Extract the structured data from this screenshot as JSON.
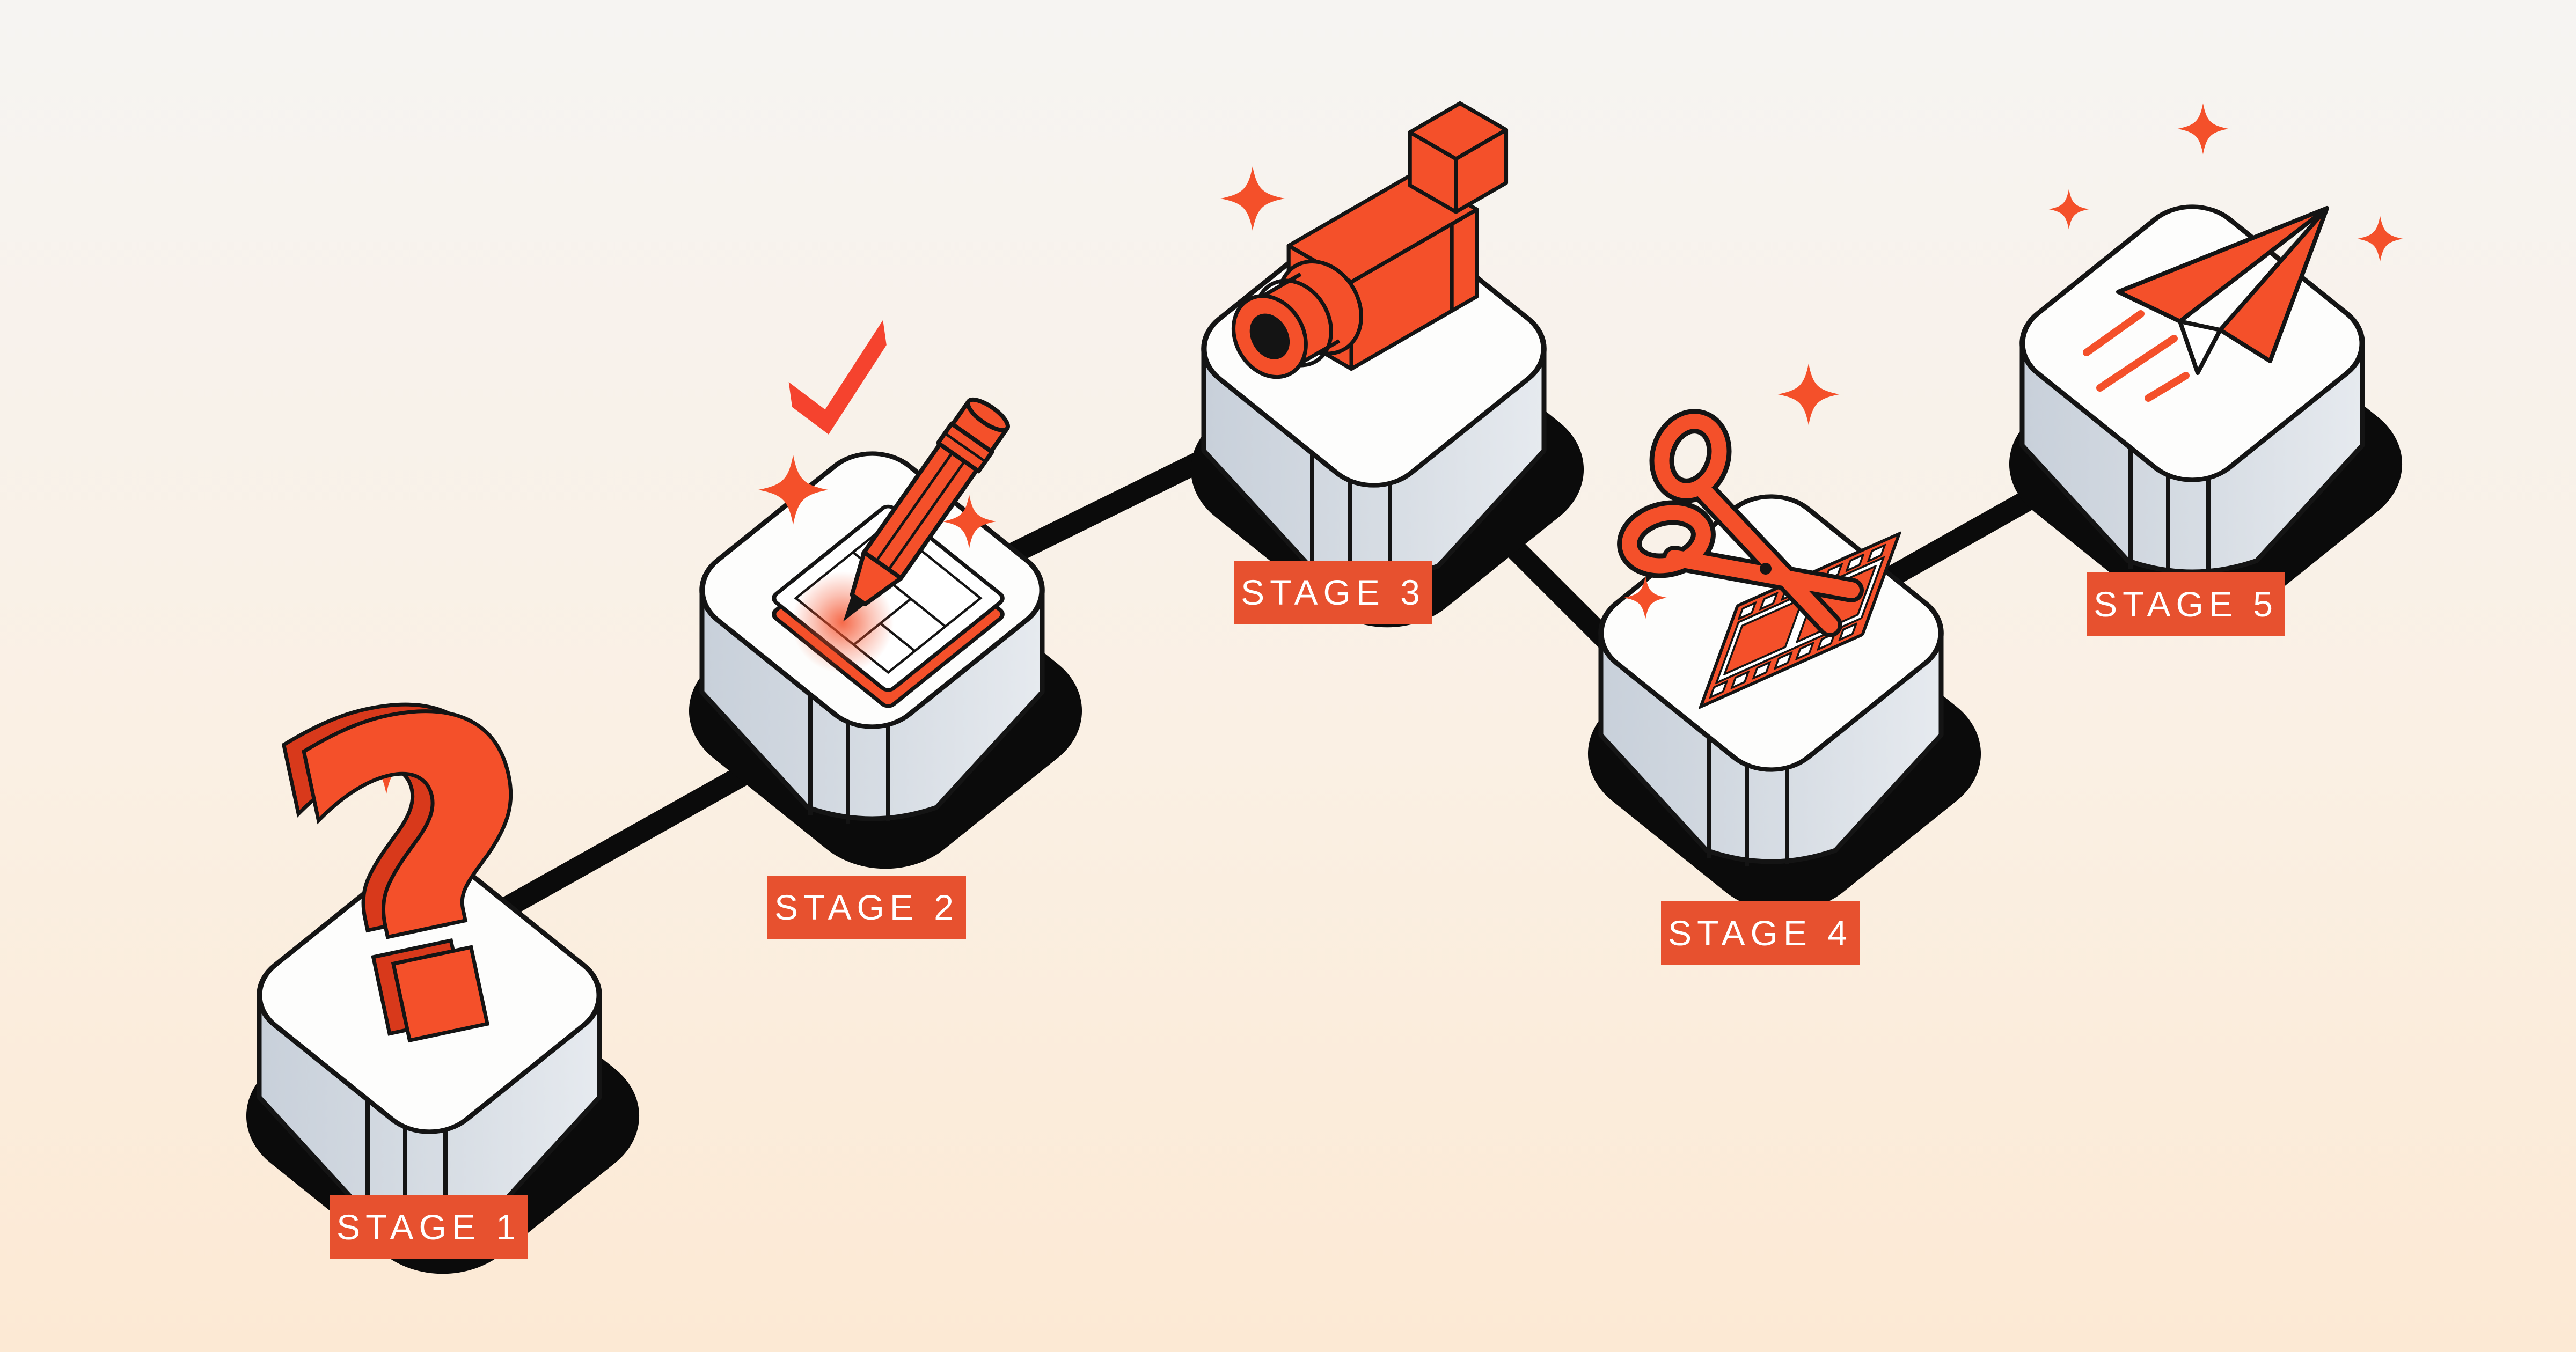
{
  "stages": [
    {
      "label": "STAGE 1",
      "icon": "question-mark",
      "glyph": "?"
    },
    {
      "label": "STAGE 2",
      "icon": "pencil-storyboard"
    },
    {
      "label": "STAGE 3",
      "icon": "video-camera"
    },
    {
      "label": "STAGE 4",
      "icon": "scissors-film-editing"
    },
    {
      "label": "STAGE 5",
      "icon": "paper-plane-launch"
    }
  ],
  "colors": {
    "accent": "#F4502A",
    "accent_deep": "#D8391B",
    "check": "#F5432E",
    "badge": "#E7512F",
    "label_text": "#FFFFFF",
    "outline": "#141414",
    "ink": "#0B0B0B",
    "platform_top": "#FDFDFC",
    "platform_side_dark": "#C8D0DA",
    "platform_side_mid": "#D7DDE4",
    "platform_side_light": "#E6EAEF",
    "bg_top": "#F6F4F2",
    "bg_mid": "#FAF0E4",
    "bg_bottom": "#FCE9D4"
  }
}
